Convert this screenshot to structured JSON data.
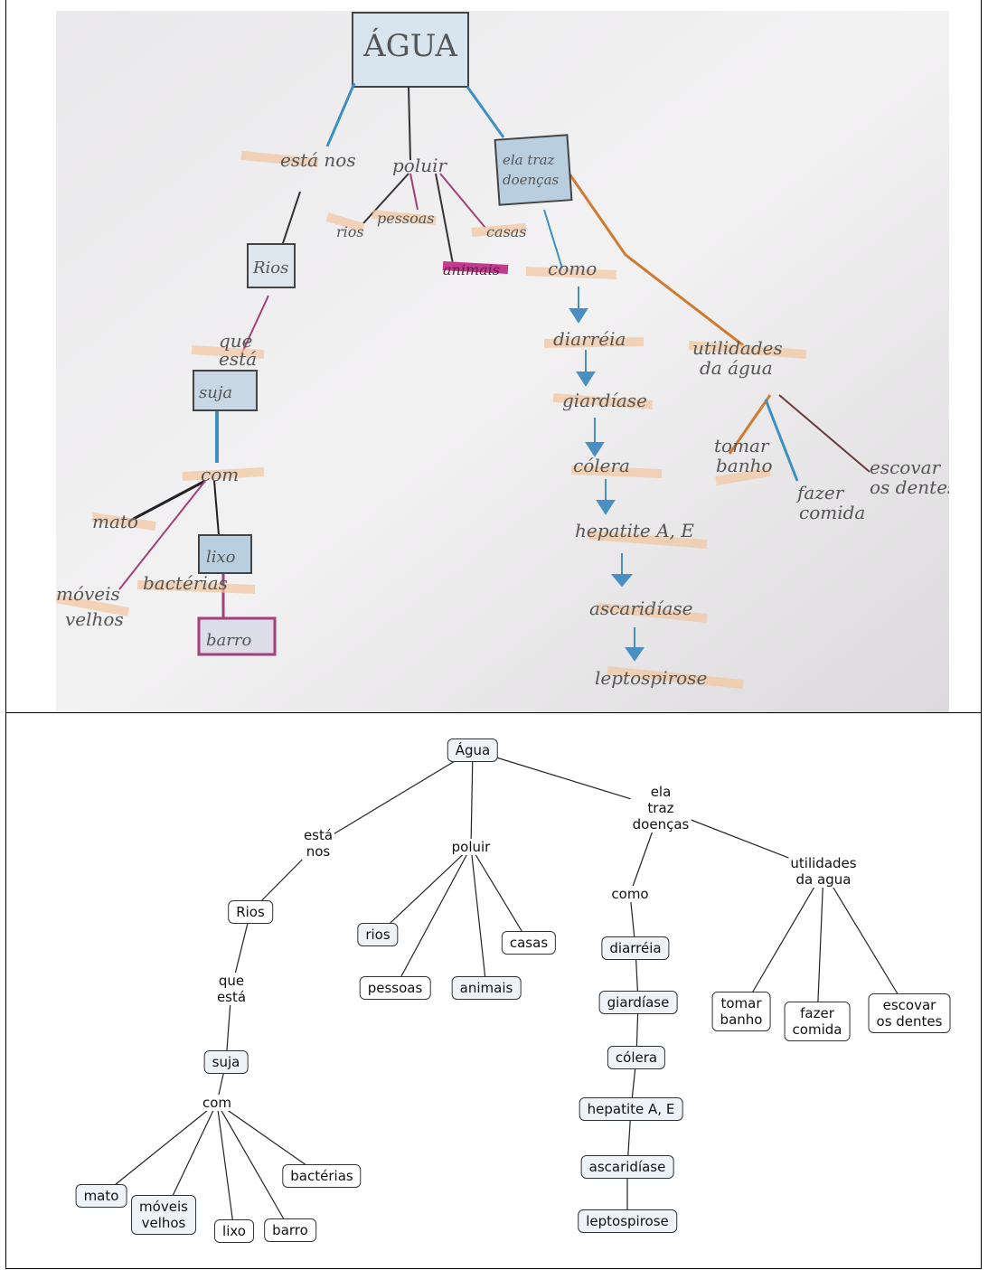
{
  "photo": {
    "title": "ÁGUA",
    "handwritten": [
      "está nos",
      "poluir",
      "ela traz doenças",
      "Rios",
      "rios",
      "pessoas",
      "casas",
      "animais",
      "como",
      "diarréia",
      "giardíase",
      "cólera",
      "hepatite A, E",
      "ascaridíase",
      "leptospirose",
      "utilidades da água",
      "tomar banho",
      "fazer comida",
      "escovar os dentes",
      "que está",
      "suja",
      "com",
      "mato",
      "móveis velhos",
      "bactérias",
      "lixo",
      "barro"
    ]
  },
  "concept_map": {
    "nodes": {
      "agua": "Água",
      "rios_main": "Rios",
      "suja": "suja",
      "mato": "mato",
      "moveis": "móveis\nvelhos",
      "lixo": "lixo",
      "barro": "barro",
      "bacterias": "bactérias",
      "rios": "rios",
      "pessoas": "pessoas",
      "animais": "animais",
      "casas": "casas",
      "diarreia": "diarréia",
      "giardiase": "giardíase",
      "colera": "cólera",
      "hepatite": "hepatite A, E",
      "ascaridiase": "ascaridíase",
      "leptospirose": "leptospirose",
      "tomar": "tomar\nbanho",
      "fazer": "fazer\ncomida",
      "escovar": "escovar\nos dentes"
    },
    "links": {
      "esta_nos": "está\nnos",
      "poluir": "poluir",
      "ela_traz": "ela\ntraz\ndoenças",
      "que_esta": "que\nestá",
      "com": "com",
      "como": "como",
      "utilidades": "utilidades\nda agua"
    }
  }
}
